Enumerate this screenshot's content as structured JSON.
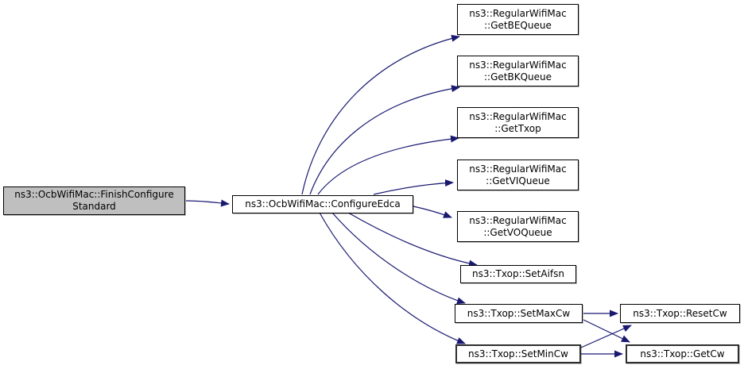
{
  "graph": {
    "type": "call-graph",
    "colors": {
      "edge": "#191970",
      "node_fill": "#ffffff",
      "node_border": "#000000",
      "highlight_fill": "#bfbfbf",
      "text": "#000000",
      "background": "#ffffff"
    },
    "nodes": [
      {
        "id": "FinishConfigureStandard",
        "lines": [
          "ns3::OcbWifiMac::FinishConfigure",
          "Standard"
        ],
        "highlighted": true
      },
      {
        "id": "ConfigureEdca",
        "lines": [
          "ns3::OcbWifiMac::ConfigureEdca"
        ],
        "highlighted": false
      },
      {
        "id": "GetBEQueue",
        "lines": [
          "ns3::RegularWifiMac",
          "::GetBEQueue"
        ],
        "highlighted": false
      },
      {
        "id": "GetBKQueue",
        "lines": [
          "ns3::RegularWifiMac",
          "::GetBKQueue"
        ],
        "highlighted": false
      },
      {
        "id": "GetTxop",
        "lines": [
          "ns3::RegularWifiMac",
          "::GetTxop"
        ],
        "highlighted": false
      },
      {
        "id": "GetVIQueue",
        "lines": [
          "ns3::RegularWifiMac",
          "::GetVIQueue"
        ],
        "highlighted": false
      },
      {
        "id": "GetVOQueue",
        "lines": [
          "ns3::RegularWifiMac",
          "::GetVOQueue"
        ],
        "highlighted": false
      },
      {
        "id": "SetAifsn",
        "lines": [
          "ns3::Txop::SetAifsn"
        ],
        "highlighted": false
      },
      {
        "id": "SetMaxCw",
        "lines": [
          "ns3::Txop::SetMaxCw"
        ],
        "highlighted": false
      },
      {
        "id": "SetMinCw",
        "lines": [
          "ns3::Txop::SetMinCw"
        ],
        "highlighted": false
      },
      {
        "id": "ResetCw",
        "lines": [
          "ns3::Txop::ResetCw"
        ],
        "highlighted": false
      },
      {
        "id": "GetCw",
        "lines": [
          "ns3::Txop::GetCw"
        ],
        "highlighted": false
      }
    ],
    "edges": [
      {
        "from": "FinishConfigureStandard",
        "to": "ConfigureEdca"
      },
      {
        "from": "ConfigureEdca",
        "to": "GetBEQueue"
      },
      {
        "from": "ConfigureEdca",
        "to": "GetBKQueue"
      },
      {
        "from": "ConfigureEdca",
        "to": "GetTxop"
      },
      {
        "from": "ConfigureEdca",
        "to": "GetVIQueue"
      },
      {
        "from": "ConfigureEdca",
        "to": "GetVOQueue"
      },
      {
        "from": "ConfigureEdca",
        "to": "SetAifsn"
      },
      {
        "from": "ConfigureEdca",
        "to": "SetMaxCw"
      },
      {
        "from": "ConfigureEdca",
        "to": "SetMinCw"
      },
      {
        "from": "SetMaxCw",
        "to": "ResetCw"
      },
      {
        "from": "SetMaxCw",
        "to": "GetCw"
      },
      {
        "from": "SetMinCw",
        "to": "ResetCw"
      },
      {
        "from": "SetMinCw",
        "to": "GetCw"
      }
    ]
  }
}
